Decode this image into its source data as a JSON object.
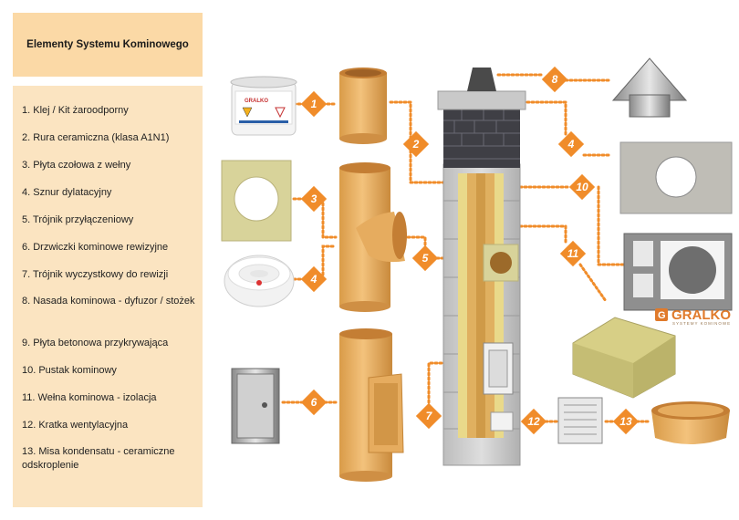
{
  "title": "Elementy Systemu Kominowego",
  "items": [
    "1. Klej / Kit żaroodporny",
    "2. Rura ceramiczna (klasa A1N1)",
    "3. Płyta czołowa z wełny",
    "4. Sznur dylatacyjny",
    "5. Trójnik przyłączeniowy",
    "6. Drzwiczki kominowe rewizyjne",
    "7. Trójnik wyczystkowy do rewizji",
    "8. Nasada kominowa - dyfuzor / stożek",
    "9. Płyta betonowa przykrywająca",
    "10. Pustak kominowy",
    "11. Wełna kominowa - izolacja",
    "12. Kratka wentylacyjna",
    "13. Misa kondensatu - ceramiczne odskroplenie"
  ],
  "markers": {
    "m1": "1",
    "m2": "2",
    "m3": "3",
    "m4a": "4",
    "m4b": "4",
    "m5": "5",
    "m6": "6",
    "m7": "7",
    "m8": "8",
    "m10": "10",
    "m11": "11",
    "m12": "12",
    "m13": "13"
  },
  "logo": {
    "name": "GRALKO",
    "sub": "SYSTEMY KOMINOWE"
  },
  "tub_label": "GRALKO",
  "colors": {
    "accent": "#f08c2a",
    "ceramic": "#e8b060",
    "label_bg": "#fbe4c1",
    "title_bg": "#fbd9a6"
  }
}
